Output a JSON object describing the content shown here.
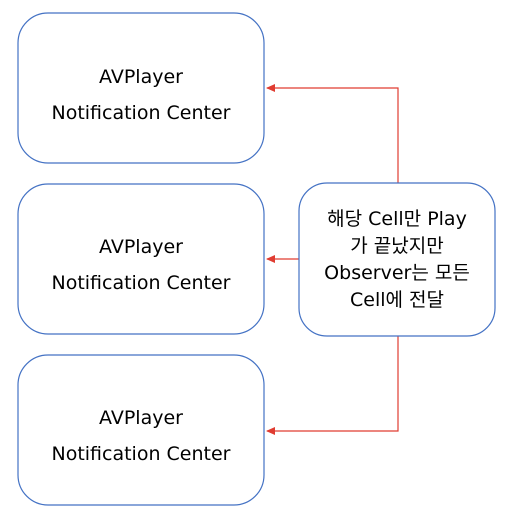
{
  "colors": {
    "box_border": "#4472c4",
    "box_fill": "#ffffff",
    "arrow": "#e03c31",
    "text": "#000000"
  },
  "boxes": [
    {
      "line1": "AVPlayer",
      "line2": "Notification Center"
    },
    {
      "line1": "AVPlayer",
      "line2": "Notification Center"
    },
    {
      "line1": "AVPlayer",
      "line2": "Notification Center"
    }
  ],
  "note": {
    "line1": "해당 Cell만 Play",
    "line2": "가 끝났지만",
    "line3": "Observer는 모든",
    "line4": "Cell에 전달"
  }
}
